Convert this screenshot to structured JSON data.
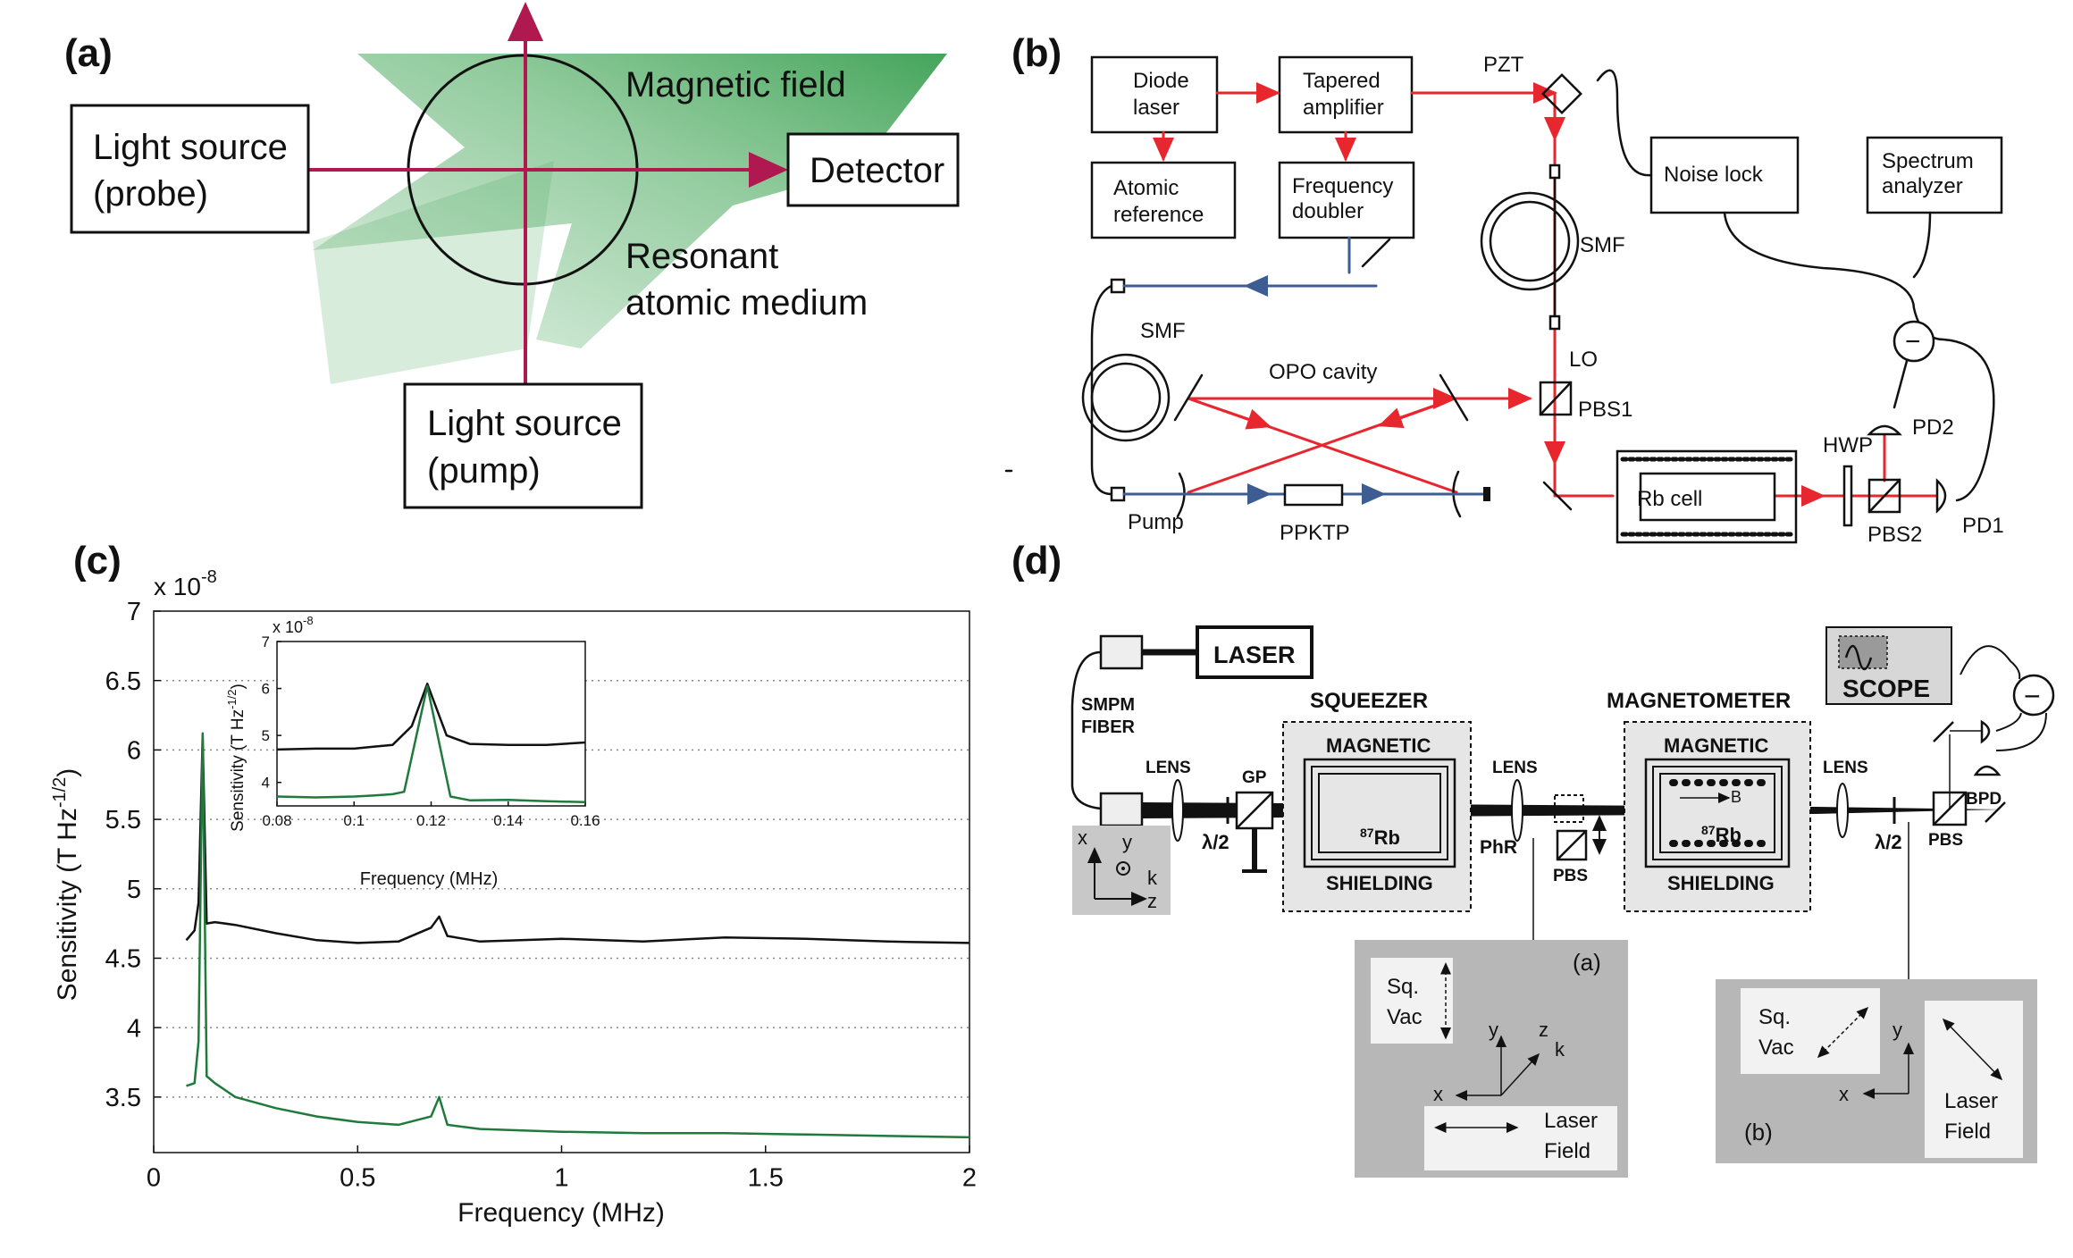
{
  "panels": {
    "a": {
      "label": "(a)",
      "probe_line1": "Light source",
      "probe_line2": "(probe)",
      "pump_line1": "Light source",
      "pump_line2": "(pump)",
      "detector": "Detector",
      "magnetic_field": "Magnetic field",
      "medium_line1": "Resonant",
      "medium_line2": "atomic medium",
      "colors": {
        "beam": "#b0194f",
        "field": "#4caa5f"
      }
    },
    "b": {
      "label": "(b)",
      "diode_laser": [
        "Diode",
        "laser"
      ],
      "tapered_amp": [
        "Tapered",
        "amplifier"
      ],
      "atomic_ref": [
        "Atomic",
        "reference"
      ],
      "freq_doubler": [
        "Frequency",
        "doubler"
      ],
      "noise_lock": "Noise lock",
      "spectrum": [
        "Spectrum",
        "analyzer"
      ],
      "rb_cell": "Rb cell",
      "pzt": "PZT",
      "smf_right": "SMF",
      "smf_left": "SMF",
      "lo": "LO",
      "opo": "OPO cavity",
      "pbs1": "PBS1",
      "pbs2": "PBS2",
      "hwp": "HWP",
      "pd1": "PD1",
      "pd2": "PD2",
      "pump": "Pump",
      "ppktp": "PPKTP",
      "minus": "−",
      "colors": {
        "red": "#e8262d",
        "blue": "#3d5c92"
      }
    },
    "c": {
      "label": "(c)",
      "main_multiplier": "x 10",
      "inset_multiplier": "x 10",
      "exponent": "-8"
    },
    "d": {
      "label": "(d)",
      "laser": "LASER",
      "scope": "SCOPE",
      "squeezer": "SQUEEZER",
      "magnetometer": "MAGNETOMETER",
      "magnetic": "MAGNETIC",
      "shielding": "SHIELDING",
      "rb_mass": "87",
      "rb": "Rb",
      "smpm_line1": "SMPM",
      "smpm_line2": "FIBER",
      "lens": "LENS",
      "gp": "GP",
      "half_wave": "λ/2",
      "phr": "PhR",
      "pbs": "PBS",
      "bpd": "BPD",
      "b_vec": "B",
      "axis_x": "x",
      "axis_y": "y",
      "axis_z": "z",
      "axis_k": "k",
      "inset_a_label": "(a)",
      "inset_b_label": "(b)",
      "sq_vac": [
        "Sq.",
        "Vac"
      ],
      "laser_field": [
        "Laser",
        "Field"
      ],
      "minus": "−"
    }
  },
  "chart_data": {
    "type": "line",
    "xlabel": "Frequency (MHz)",
    "ylabel": "Sensitivity (T Hz",
    "ylabel_exp": "-1/2",
    "xlim": [
      0,
      2
    ],
    "ylim": [
      3.1,
      7
    ],
    "xticks": [
      "0",
      "0.5",
      "1",
      "1.5",
      "2"
    ],
    "yticks": [
      "3.5",
      "4",
      "4.5",
      "5",
      "5.5",
      "6",
      "6.5",
      "7"
    ],
    "grid": "horizontal dotted",
    "series": [
      {
        "color": "#111111",
        "x": [
          0.08,
          0.1,
          0.11,
          0.12,
          0.13,
          0.15,
          0.2,
          0.3,
          0.4,
          0.5,
          0.6,
          0.68,
          0.7,
          0.72,
          0.8,
          1.0,
          1.2,
          1.4,
          1.6,
          1.8,
          2.0
        ],
        "y": [
          4.63,
          4.7,
          4.9,
          6.1,
          4.75,
          4.76,
          4.74,
          4.68,
          4.63,
          4.61,
          4.62,
          4.72,
          4.8,
          4.66,
          4.62,
          4.64,
          4.62,
          4.65,
          4.64,
          4.62,
          4.61
        ]
      },
      {
        "color": "#1f7a3c",
        "x": [
          0.08,
          0.1,
          0.11,
          0.12,
          0.13,
          0.15,
          0.2,
          0.3,
          0.4,
          0.5,
          0.6,
          0.68,
          0.7,
          0.72,
          0.8,
          1.0,
          1.2,
          1.4,
          1.6,
          1.8,
          2.0
        ],
        "y": [
          3.58,
          3.6,
          3.9,
          6.12,
          3.65,
          3.6,
          3.5,
          3.42,
          3.36,
          3.32,
          3.3,
          3.36,
          3.5,
          3.3,
          3.27,
          3.25,
          3.24,
          3.24,
          3.23,
          3.22,
          3.21
        ]
      }
    ],
    "inset": {
      "xlabel": "Frequency (MHz)",
      "ylabel": "Sensitivity (T Hz",
      "ylabel_exp": "-1/2",
      "xlim": [
        0.08,
        0.16
      ],
      "ylim": [
        3.5,
        7
      ],
      "xticks": [
        "0.08",
        "0.1",
        "0.12",
        "0.14",
        "0.16"
      ],
      "yticks": [
        "4",
        "5",
        "6",
        "7"
      ],
      "series": [
        {
          "color": "#111111",
          "x": [
            0.08,
            0.09,
            0.1,
            0.105,
            0.11,
            0.115,
            0.119,
            0.124,
            0.13,
            0.14,
            0.15,
            0.16
          ],
          "y": [
            4.7,
            4.72,
            4.72,
            4.76,
            4.8,
            5.2,
            6.1,
            5.0,
            4.82,
            4.8,
            4.8,
            4.85
          ]
        },
        {
          "color": "#1f7a3c",
          "x": [
            0.08,
            0.09,
            0.1,
            0.105,
            0.11,
            0.113,
            0.119,
            0.125,
            0.13,
            0.14,
            0.15,
            0.16
          ],
          "y": [
            3.7,
            3.68,
            3.7,
            3.72,
            3.75,
            3.8,
            6.05,
            3.7,
            3.62,
            3.63,
            3.6,
            3.58
          ]
        }
      ]
    }
  }
}
